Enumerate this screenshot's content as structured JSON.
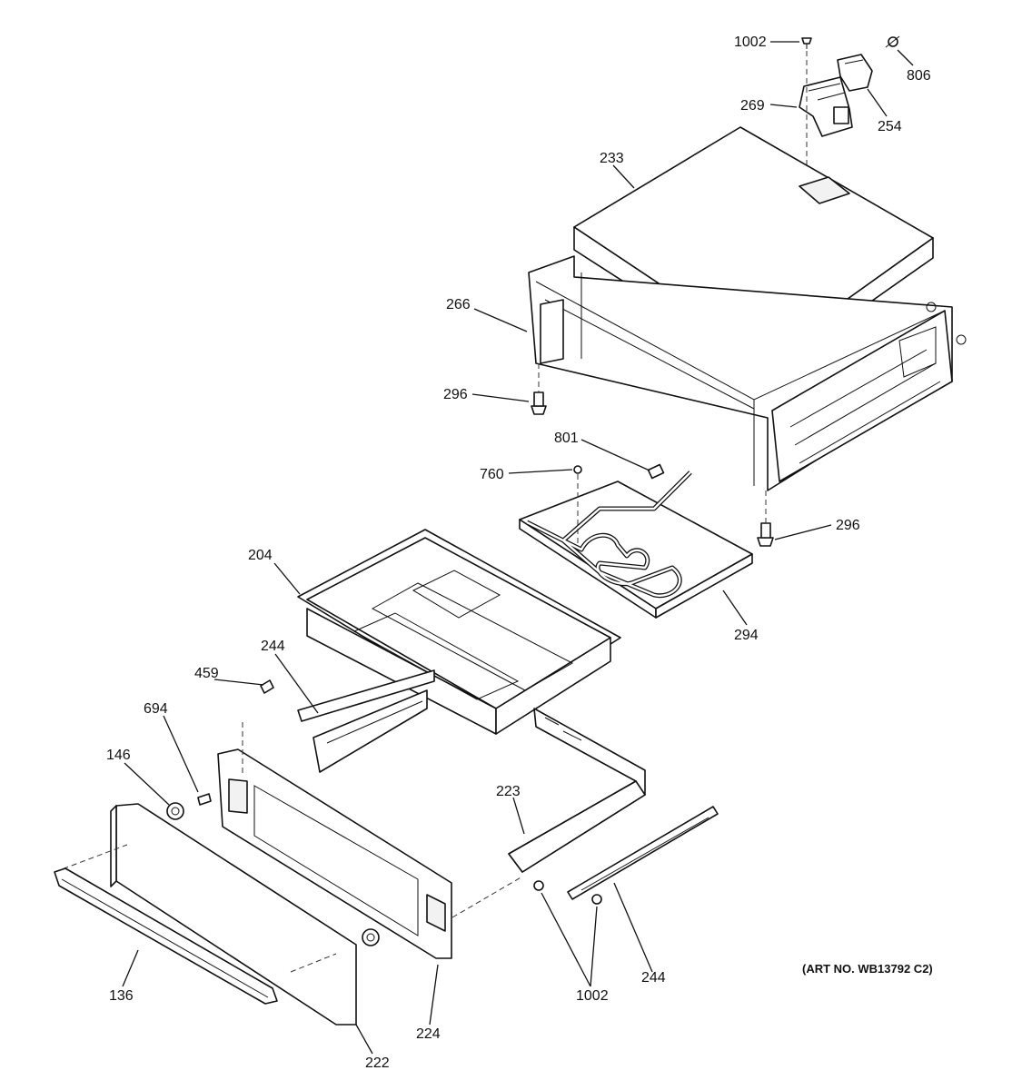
{
  "diagram": {
    "art_number": "(ART NO. WB13792 C2)",
    "parts": [
      {
        "id": "1002_top",
        "label": "1002"
      },
      {
        "id": "806",
        "label": "806"
      },
      {
        "id": "269",
        "label": "269"
      },
      {
        "id": "254",
        "label": "254"
      },
      {
        "id": "233",
        "label": "233"
      },
      {
        "id": "266",
        "label": "266"
      },
      {
        "id": "296_left",
        "label": "296"
      },
      {
        "id": "801",
        "label": "801"
      },
      {
        "id": "760",
        "label": "760"
      },
      {
        "id": "296_right",
        "label": "296"
      },
      {
        "id": "204",
        "label": "204"
      },
      {
        "id": "294",
        "label": "294"
      },
      {
        "id": "244_left",
        "label": "244"
      },
      {
        "id": "459",
        "label": "459"
      },
      {
        "id": "694",
        "label": "694"
      },
      {
        "id": "146",
        "label": "146"
      },
      {
        "id": "223",
        "label": "223"
      },
      {
        "id": "136",
        "label": "136"
      },
      {
        "id": "224",
        "label": "224"
      },
      {
        "id": "1002_bottom",
        "label": "1002"
      },
      {
        "id": "244_right",
        "label": "244"
      },
      {
        "id": "222",
        "label": "222"
      }
    ]
  }
}
